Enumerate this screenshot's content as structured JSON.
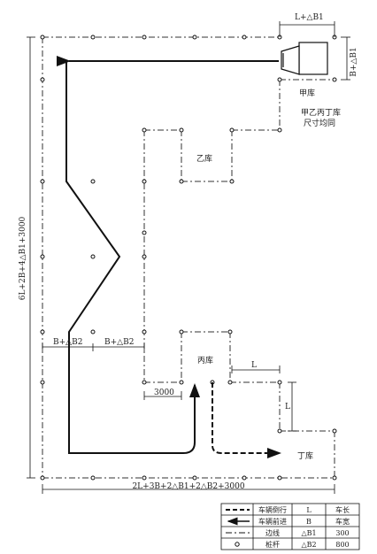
{
  "labels": {
    "top_dim": "L+△B1",
    "right_dim": "B+△B1",
    "jia": "甲库",
    "same_size_1": "甲乙丙丁库",
    "same_size_2": "尺寸均同",
    "yi": "乙库",
    "bing": "丙库",
    "ding": "丁库",
    "left_dim": "6L+2B+4△B1+3000",
    "bottom_dim": "2L+3B+2△B1+2△B2+3000",
    "b_dim_1": "B+△B2",
    "b_dim_2": "B+△B2",
    "d3000": "3000",
    "dim_L_h": "L",
    "dim_L_v": "L"
  },
  "legend": {
    "rows": [
      {
        "symbol": "reverse-line",
        "name": "车辆倒行",
        "abbr": "L",
        "meaning": "车长"
      },
      {
        "symbol": "forward-arrow",
        "name": "车辆前进",
        "abbr": "B",
        "meaning": "车宽"
      },
      {
        "symbol": "dashdot-line",
        "name": "边线",
        "abbr": "△B1",
        "meaning": "300"
      },
      {
        "symbol": "pole-circle",
        "name": "桩杆",
        "abbr": "△B2",
        "meaning": "800"
      }
    ]
  }
}
